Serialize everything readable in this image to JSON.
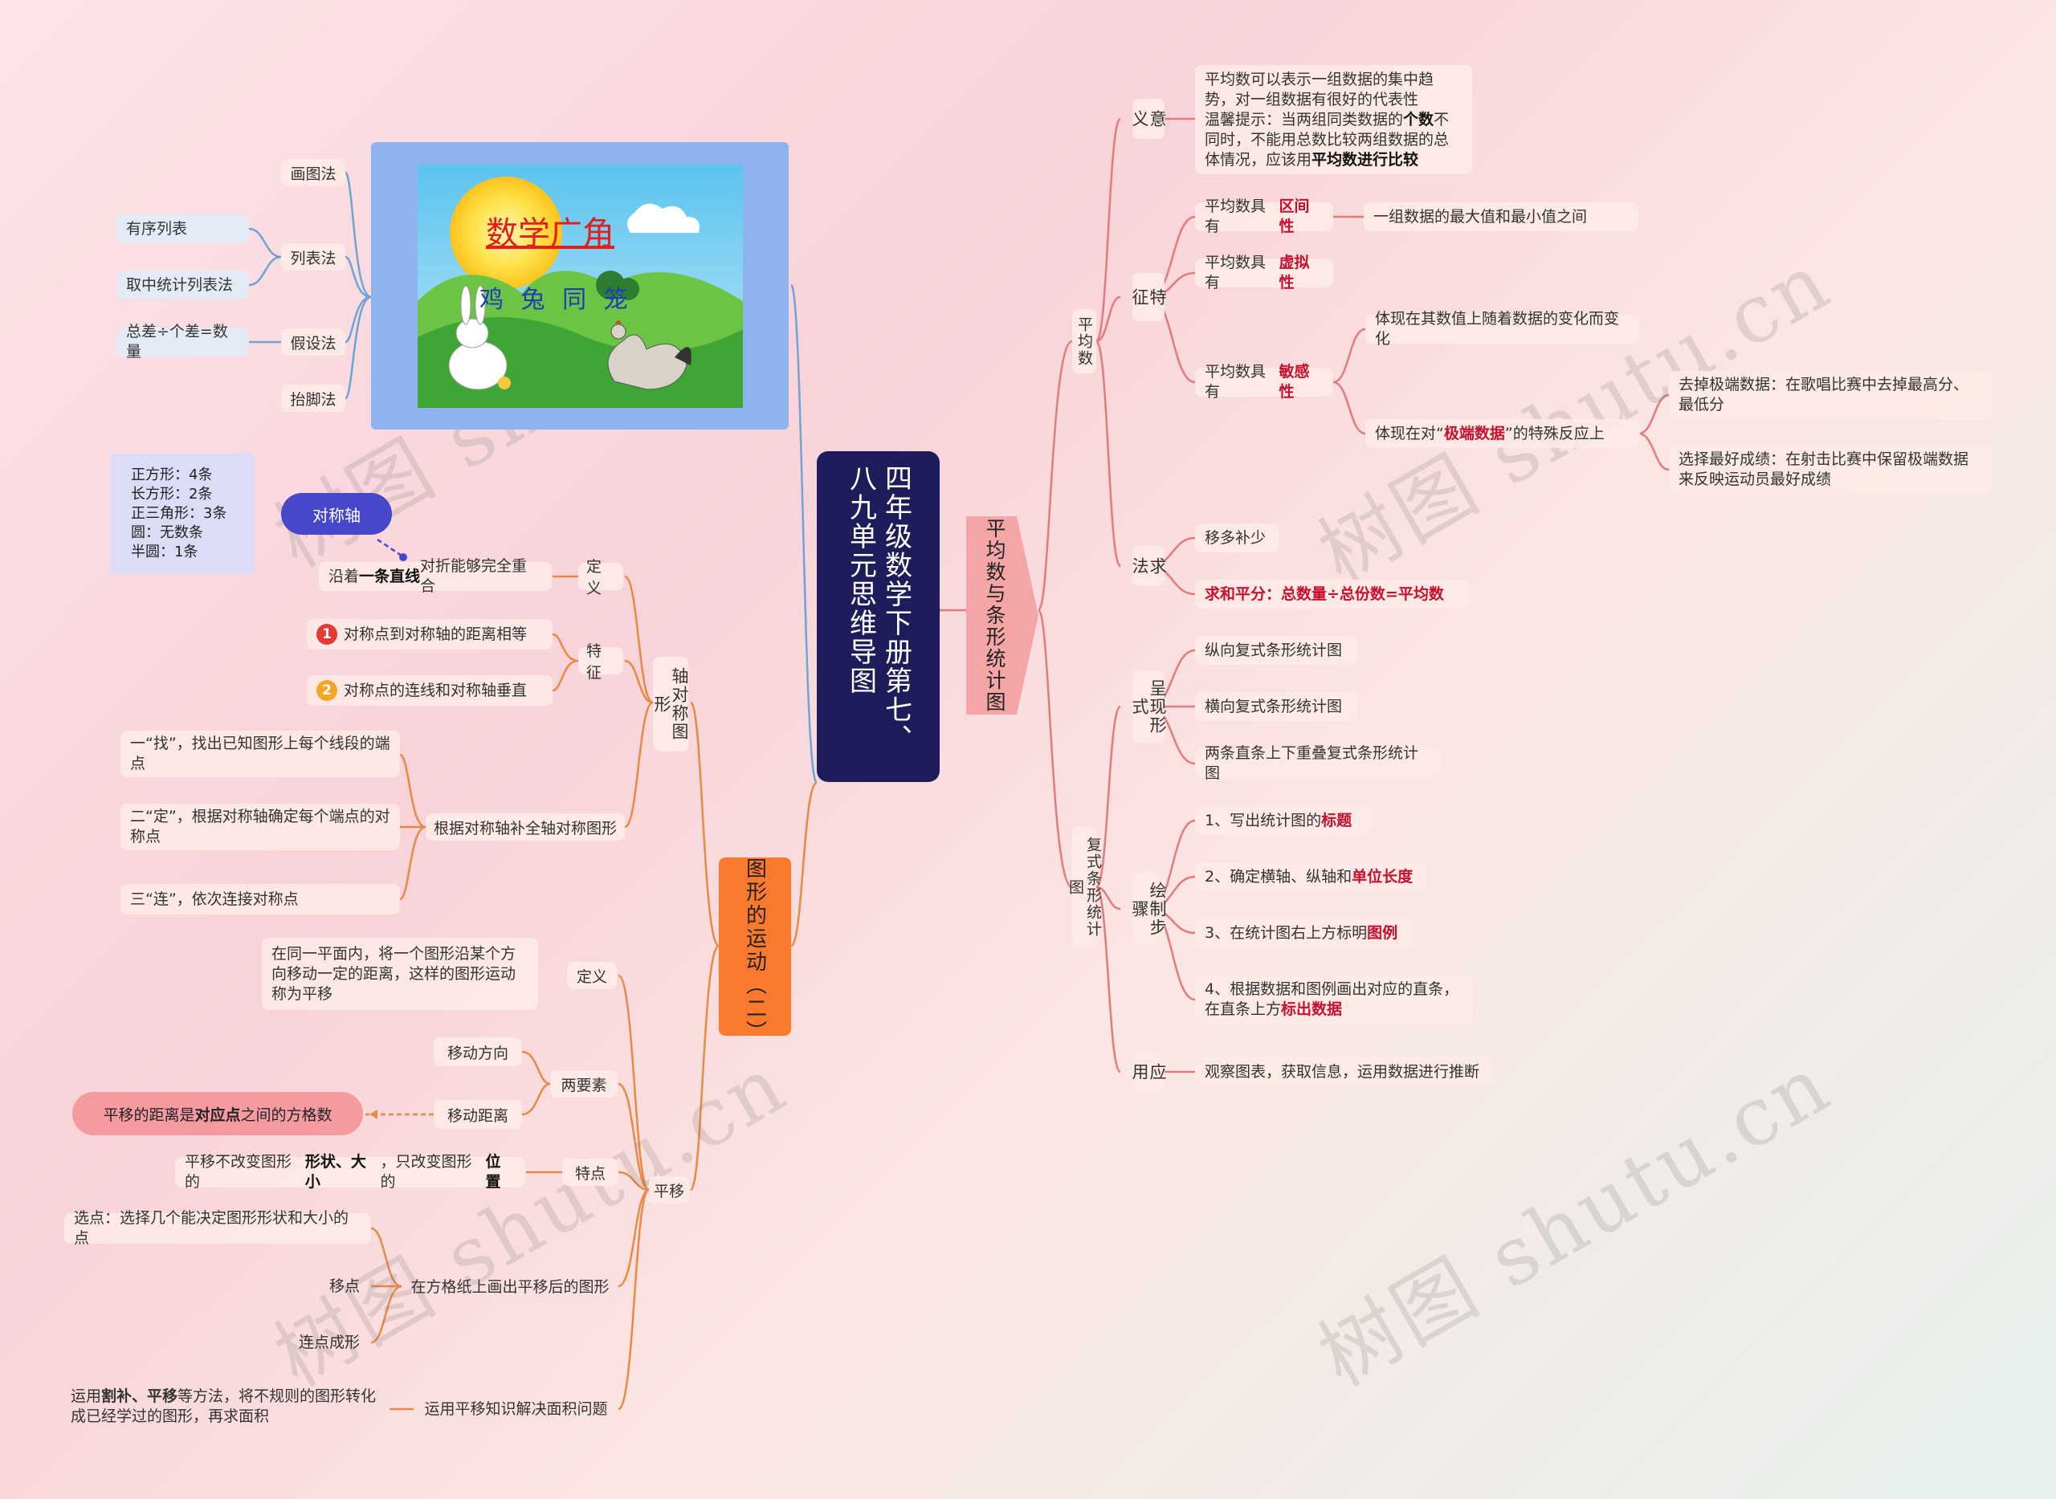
{
  "center": {
    "title": "四年级数学下册第七、八九单元思维导图"
  },
  "image_panel": {
    "title": "数学广角",
    "subtitle": "鸡 兔 同 笼"
  },
  "left_top": {
    "methods": [
      "画图法",
      "列表法",
      "假设法",
      "抬脚法"
    ],
    "list_items": [
      "有序列表",
      "取中统计列表法"
    ],
    "assume_item": "总差÷个差=数量"
  },
  "motion": {
    "title": "图形的运动（二）",
    "axis": {
      "title": "轴对称图形",
      "def_label": "定义",
      "def_text_a": "沿着",
      "def_text_b": "一条直线",
      "def_text_c": "对折能够完全重合",
      "axis_node": "对称轴",
      "axis_info": [
        "正方形：4条",
        "长方形：2条",
        "正三角形：3条",
        "圆：无数条",
        "半圆：1条"
      ],
      "feat_label": "特征",
      "feat_items": [
        "对称点到对称轴的距离相等",
        "对称点的连线和对称轴垂直"
      ],
      "feat_nums": [
        "1",
        "2"
      ],
      "complete_label": "根据对称轴补全轴对称图形",
      "complete_steps": [
        "一“找”，找出已知图形上每个线段的端点",
        "二“定”，根据对称轴确定每个端点的对称点",
        "三“连”，依次连接对称点"
      ]
    },
    "translate": {
      "title": "平移",
      "def_label": "定义",
      "def_text": "在同一平面内，将一个图形沿某个方向移动一定的距离，这样的图形运动称为平移",
      "elements_label": "两要素",
      "elements": [
        "移动方向",
        "移动距离"
      ],
      "distance_note_a": "平移的距离是",
      "distance_note_b": "对应点",
      "distance_note_c": "之间的方格数",
      "feature_label": "特点",
      "feature_a": "平移不改变图形的",
      "feature_b": "形状、大小",
      "feature_c": "，只改变图形的",
      "feature_d": "位置",
      "draw_label": "在方格纸上画出平移后的图形",
      "draw_steps": [
        "选点：选择几个能决定图形形状和大小的点",
        "移点",
        "连点成形"
      ],
      "area_label": "运用平移知识解决面积问题",
      "area_a": "运用",
      "area_b": "割补、平移",
      "area_c": "等方法，将不规则的图形转化成已经学过的图形，再求面积"
    }
  },
  "stats": {
    "title": "平均数与条形统计图",
    "avg": {
      "title": "平均数",
      "meaning_label": "意义",
      "meaning_1": "平均数可以表示一组数据的集中趋势，对一组数据有很好的代表性",
      "meaning_2a": "温馨提示：当两组同类数据的",
      "meaning_2b": "个数",
      "meaning_2c": "不同时，不能用总数比较两组数据的总体情况，应该用",
      "meaning_2d": "平均数进行比较",
      "feat_label": "特征",
      "feat_1a": "平均数具有",
      "feat_1b": "区间性",
      "feat_1_note": "一组数据的最大值和最小值之间",
      "feat_2a": "平均数具有",
      "feat_2b": "虚拟性",
      "feat_3a": "平均数具有",
      "feat_3b": "敏感性",
      "sens_1": "体现在其数值上随着数据的变化而变化",
      "sens_2a": "体现在对“",
      "sens_2b": "极端数据",
      "sens_2c": "”的特殊反应上",
      "ext_1": "去掉极端数据：在歌唱比赛中去掉最高分、最低分",
      "ext_2": "选择最好成绩：在射击比赛中保留极端数据来反映运动员最好成绩",
      "method_label": "求法",
      "method_1": "移多补少",
      "method_2": "求和平分：总数量÷总份数=平均数"
    },
    "bar": {
      "title": "复式条形统计图",
      "form_label": "呈现形式",
      "forms": [
        "纵向复式条形统计图",
        "横向复式条形统计图",
        "两条直条上下重叠复式条形统计图"
      ],
      "steps_label": "绘制步骤",
      "step_1a": "1、写出统计图的",
      "step_1b": "标题",
      "step_2a": "2、确定横轴、纵轴和",
      "step_2b": "单位长度",
      "step_3a": "3、在统计图右上方标明",
      "step_3b": "图例",
      "step_4a": "4、根据数据和图例画出对应的直条，在直条上方",
      "step_4b": "标出数据",
      "apply_label": "应用",
      "apply_text": "观察图表，获取信息，运用数据进行推断"
    }
  },
  "watermark": "树图 shutu.cn",
  "colors": {
    "center_bg": "#1f1c5b",
    "left_branch": "#e98a43",
    "right_branch": "#e47b7b",
    "motion_bg": "#fb7a2e",
    "stats_bg": "#f4a6a6",
    "axis_node": "#4747c9"
  }
}
